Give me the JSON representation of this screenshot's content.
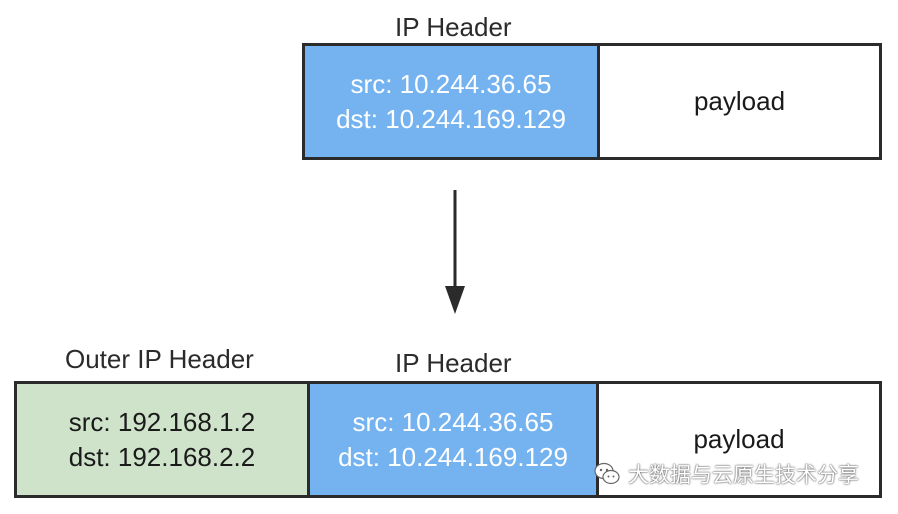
{
  "colors": {
    "inner_header": "#74b3f0",
    "outer_header": "#cfe3cb",
    "border": "#2b2b2b"
  },
  "top": {
    "title": "IP Header",
    "header": {
      "src": "src: 10.244.36.65",
      "dst": "dst: 10.244.169.129"
    },
    "payload": "payload"
  },
  "bottom": {
    "outer_title": "Outer IP Header",
    "inner_title": "IP Header",
    "outer": {
      "src": "src: 192.168.1.2",
      "dst": "dst: 192.168.2.2"
    },
    "inner": {
      "src": "src: 10.244.36.65",
      "dst": "dst: 10.244.169.129"
    },
    "payload": "payload"
  },
  "watermark": {
    "icon": "wechat-icon",
    "text": "大数据与云原生技术分享"
  }
}
